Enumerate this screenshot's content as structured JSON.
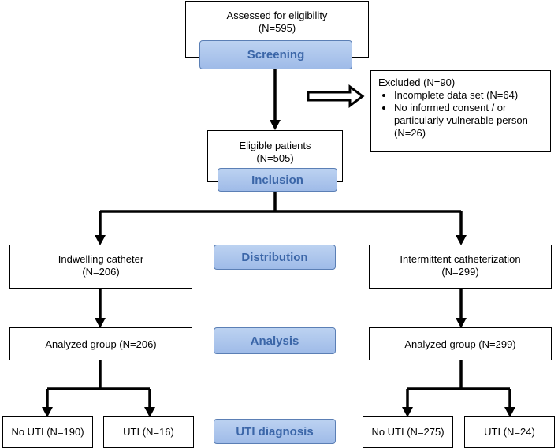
{
  "assessed": {
    "line1": "Assessed for eligibility",
    "line2": "(N=595)"
  },
  "eligible": {
    "line1": "Eligible patients",
    "line2": "(N=505)"
  },
  "excluded": {
    "title": "Excluded (N=90)",
    "items": [
      "Incomplete data set (N=64)",
      "No informed consent / or particularly vulnerable person (N=26)"
    ]
  },
  "stages": {
    "screening": "Screening",
    "inclusion": "Inclusion",
    "distribution": "Distribution",
    "analysis": "Analysis",
    "uti_diagnosis": "UTI diagnosis"
  },
  "left": {
    "group": {
      "line1": "Indwelling catheter",
      "line2": "(N=206)"
    },
    "analyzed": "Analyzed group (N=206)",
    "no_uti": "No UTI (N=190)",
    "uti": "UTI  (N=16)"
  },
  "right": {
    "group": {
      "line1": "Intermittent catheterization",
      "line2": "(N=299)"
    },
    "analyzed": "Analyzed group (N=299)",
    "no_uti": "No UTI (N=275)",
    "uti": "UTI  (N=24)"
  },
  "colors": {
    "stage_fill": "#a9c4ec",
    "stage_text": "#3b66a8",
    "stage_border": "#5b7fb5"
  }
}
